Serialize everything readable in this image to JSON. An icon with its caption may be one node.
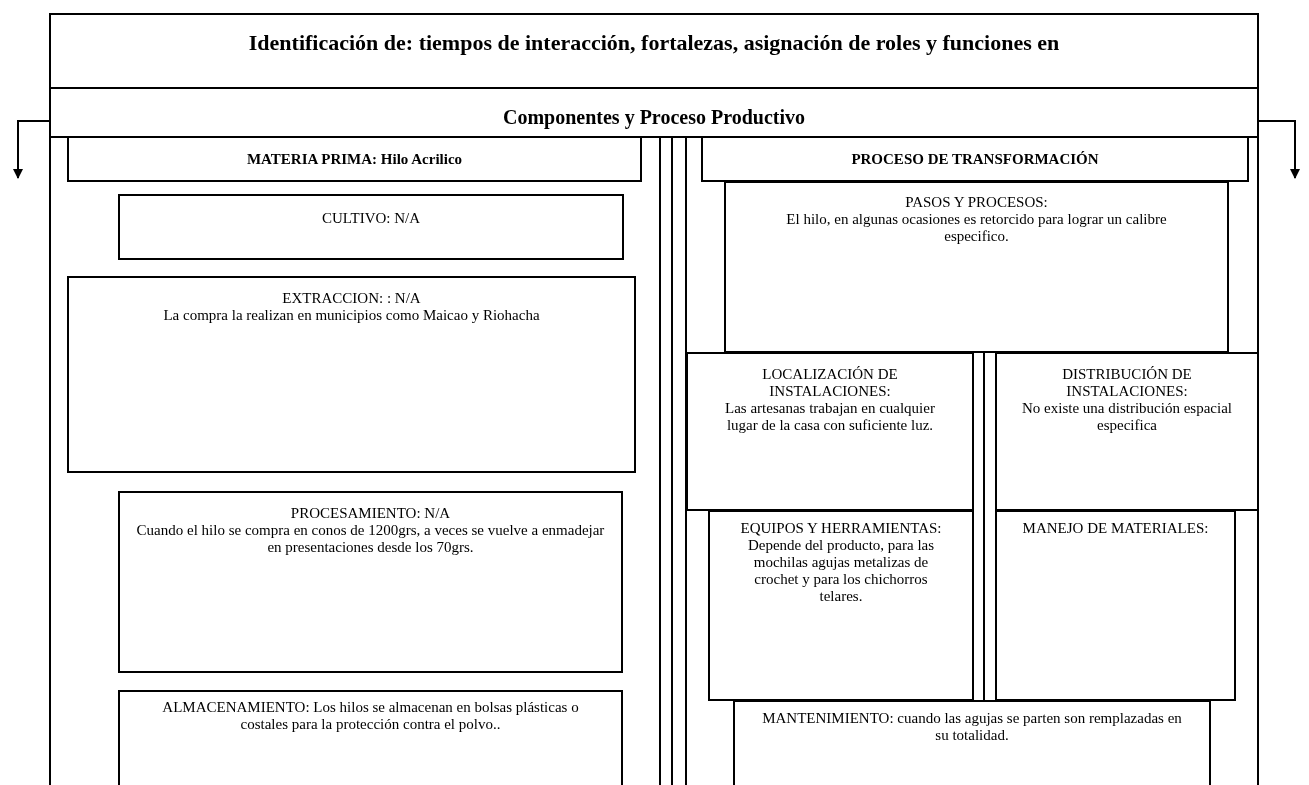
{
  "diagram": {
    "nodes": [
      {
        "text": [
          "Identificación de: tiempos de interacción, fortalezas, asignación de roles y funciones en"
        ]
      },
      {
        "text": [
          "Componentes y Proceso Productivo"
        ]
      },
      {
        "text": [
          "MATERIA PRIMA: Hilo Acrilico"
        ]
      },
      {
        "text": [
          "CULTIVO: N/A"
        ]
      },
      {
        "text": [
          "EXTRACCION: : N/A",
          "La compra la realizan en municipios como Maicao y Riohacha"
        ]
      },
      {
        "text": [
          "PROCESAMIENTO: N/A",
          "Cuando el hilo se compra en conos de 1200grs, a veces se vuelve a enmadejar en presentaciones desde los 70grs."
        ]
      },
      {
        "text": [
          "ALMACENAMIENTO: Los hilos se almacenan en bolsas plásticas o costales para la protección contra el polvo.."
        ]
      },
      {
        "text": [
          "PROCESO DE TRANSFORMACIÓN"
        ]
      },
      {
        "text": [
          "PASOS Y PROCESOS:",
          "El hilo, en algunas ocasiones es retorcido para lograr un calibre especifico."
        ]
      },
      {
        "text": [
          "LOCALIZACIÓN DE INSTALACIONES:",
          "Las artesanas trabajan en cualquier lugar de la casa con suficiente luz."
        ]
      },
      {
        "text": [
          "DISTRIBUCIÓN DE INSTALACIONES:",
          "No existe una distribución espacial especifica"
        ]
      },
      {
        "text": [
          "EQUIPOS Y HERRAMIENTAS:",
          "Depende del producto, para las mochilas agujas metalizas de crochet y para los chichorros telares."
        ]
      },
      {
        "text": [
          "MANEJO DE MATERIALES:"
        ]
      },
      {
        "text": [
          "MANTENIMIENTO: cuando las agujas se parten son remplazadas en su totalidad."
        ]
      }
    ],
    "edges": [
      {
        "from": 1,
        "to": null,
        "arrow": "to"
      },
      {
        "from": 1,
        "to": null,
        "arrow": "to"
      }
    ]
  }
}
